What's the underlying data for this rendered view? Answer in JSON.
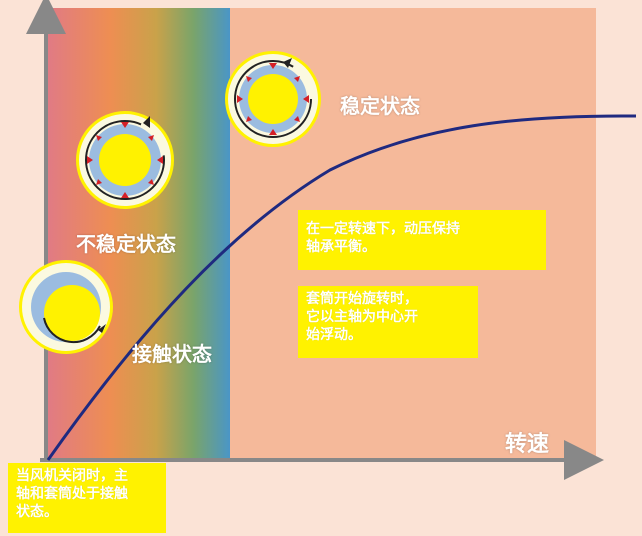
{
  "labels": {
    "stable": "稳定状态",
    "unstable": "不稳定状态",
    "contact": "接触状态",
    "speed_axis": "转速"
  },
  "notes": {
    "dynamic_pressure": [
      "在一定转速下，动压保持",
      "轴承平衡。"
    ],
    "sleeve_rotation": [
      "套筒开始旋转时，",
      "它以主轴为中心开",
      "始浮动。"
    ],
    "fan_off": [
      "当风机关闭时，主",
      "轴和套筒处于接触",
      "状态。"
    ]
  },
  "colors": {
    "background": "#fbe3d6",
    "plot_area": "#f5b99a",
    "curve": "#1f2a80",
    "axis": "#888888",
    "shaft_yellow": "#ffee00",
    "sleeve_blue": "#9bbce0",
    "note_bg": "#fff200",
    "arrow_red": "#d41f26"
  },
  "gradient_band": [
    "#e07a86",
    "#ee8e52",
    "#c9a24a",
    "#7aa46a",
    "#4a96c7"
  ],
  "icons": [
    "bearing-stable-icon",
    "bearing-unstable-icon",
    "bearing-contact-icon"
  ]
}
